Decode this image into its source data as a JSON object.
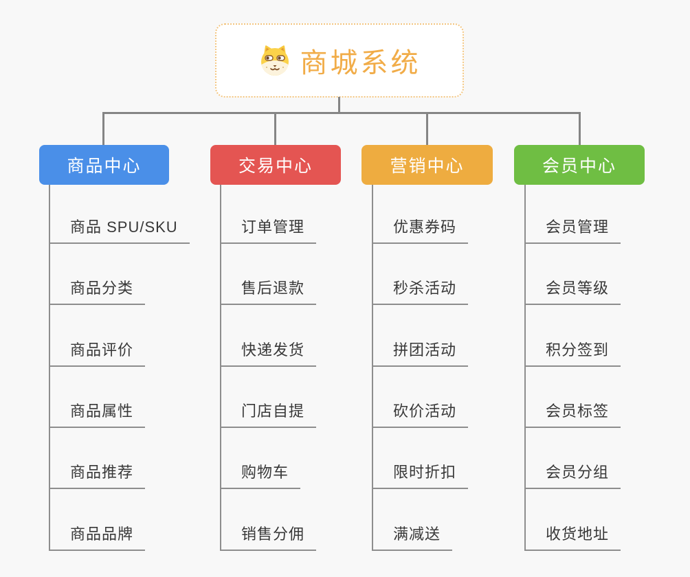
{
  "background": "#f8f8f8",
  "connector_color": "#858585",
  "root": {
    "title": "商城系统",
    "icon": "dog-face-icon",
    "accent": "#f1ac48",
    "border_color": "#f3c57f"
  },
  "branches": [
    {
      "title": "商品中心",
      "color": "#4a8fe8",
      "items": [
        "商品 SPU/SKU",
        "商品分类",
        "商品评价",
        "商品属性",
        "商品推荐",
        "商品品牌"
      ]
    },
    {
      "title": "交易中心",
      "color": "#e45552",
      "items": [
        "订单管理",
        "售后退款",
        "快递发货",
        "门店自提",
        "购物车",
        "销售分佣"
      ]
    },
    {
      "title": "营销中心",
      "color": "#eeac40",
      "items": [
        "优惠券码",
        "秒杀活动",
        "拼团活动",
        "砍价活动",
        "限时折扣",
        "满减送"
      ]
    },
    {
      "title": "会员中心",
      "color": "#6fbe43",
      "items": [
        "会员管理",
        "会员等级",
        "积分签到",
        "会员标签",
        "会员分组",
        "收货地址"
      ]
    }
  ]
}
